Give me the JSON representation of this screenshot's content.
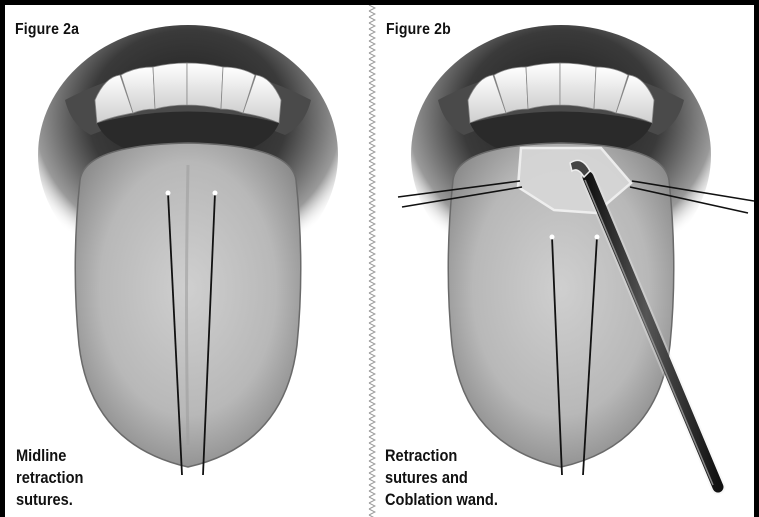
{
  "figure_a": {
    "label": "Figure 2a",
    "caption": [
      "Midline",
      "retraction",
      "sutures."
    ]
  },
  "figure_b": {
    "label": "Figure 2b",
    "caption": [
      "Retraction",
      "sutures and",
      "Coblation wand."
    ]
  }
}
